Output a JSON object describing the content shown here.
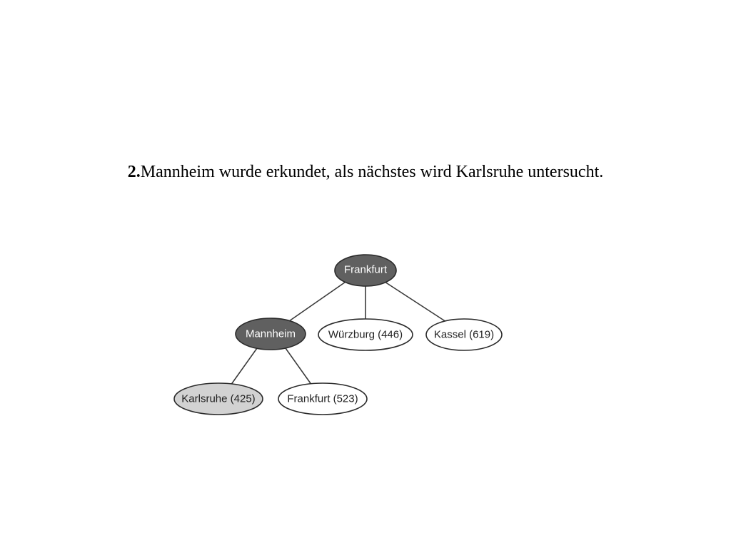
{
  "caption": {
    "number": "2.",
    "text": "Mannheim wurde erkundet, als nächstes wird Karlsruhe untersucht."
  },
  "tree": {
    "colors": {
      "explored_fill": "#606060",
      "explored_text": "#ffffff",
      "current_fill": "#d2d2d2",
      "frontier_fill": "#ffffff",
      "node_text": "#222222",
      "stroke": "#2a2a2a"
    },
    "nodes": [
      {
        "id": "frankfurt-root",
        "label": "Frankfurt",
        "state": "explored"
      },
      {
        "id": "mannheim",
        "label": "Mannheim",
        "state": "explored"
      },
      {
        "id": "wuerzburg",
        "label": "Würzburg (446)",
        "state": "frontier"
      },
      {
        "id": "kassel",
        "label": "Kassel (619)",
        "state": "frontier"
      },
      {
        "id": "karlsruhe",
        "label": "Karlsruhe (425)",
        "state": "current"
      },
      {
        "id": "frankfurt-leaf",
        "label": "Frankfurt (523)",
        "state": "frontier"
      }
    ],
    "edges": [
      {
        "from": "frankfurt-root",
        "to": "mannheim"
      },
      {
        "from": "frankfurt-root",
        "to": "wuerzburg"
      },
      {
        "from": "frankfurt-root",
        "to": "kassel"
      },
      {
        "from": "mannheim",
        "to": "karlsruhe"
      },
      {
        "from": "mannheim",
        "to": "frankfurt-leaf"
      }
    ]
  }
}
